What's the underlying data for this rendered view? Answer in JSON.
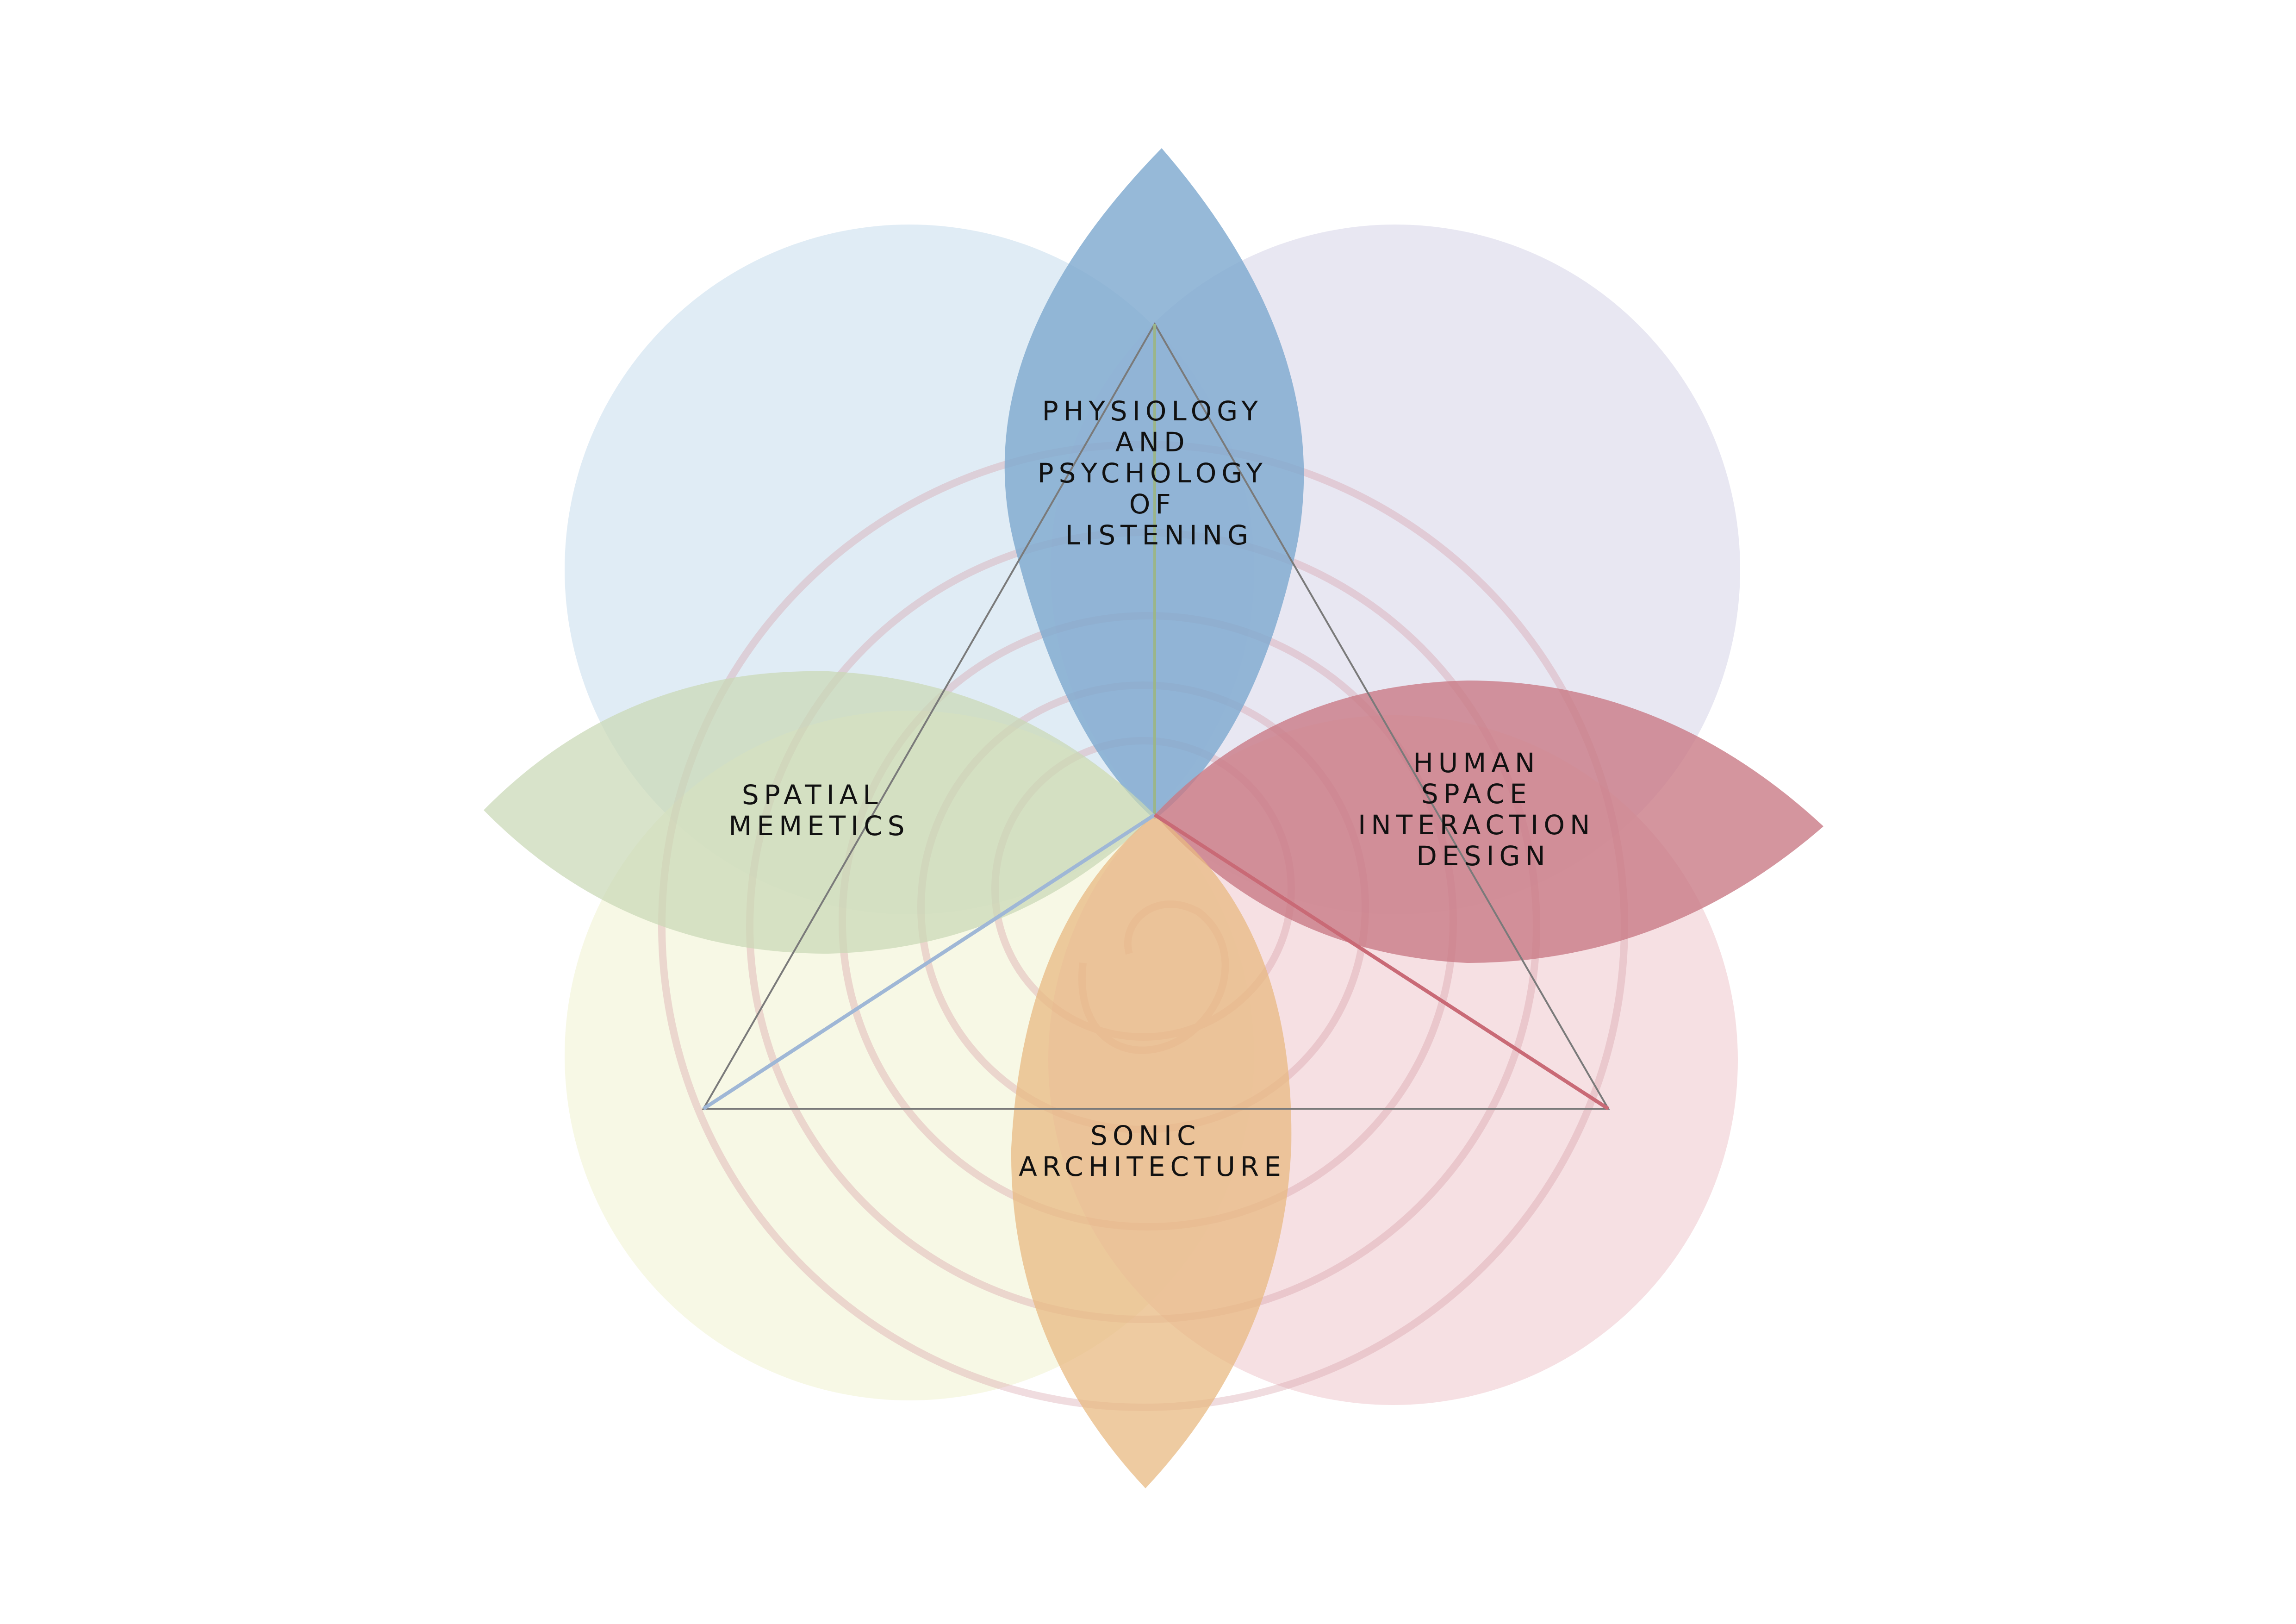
{
  "colors": {
    "background": "#ffffff",
    "circle_top_left": "#d6e6f1",
    "circle_top_right": "#e0dfee",
    "circle_bottom_left": "#f4f6dc",
    "circle_bottom_right": "#f3d5d9",
    "petal_top": "#7fa9cf",
    "petal_left": "#c9d8b5",
    "petal_right": "#c97b86",
    "petal_bottom": "#e8b981",
    "spiral": "#d59aa3",
    "triangle": "#7a7a7a"
  },
  "icons": {
    "spiral": "spiral-icon"
  },
  "labels": {
    "top": [
      "PHYSIOLOGY",
      "AND",
      "PSYCHOLOGY",
      "OF",
      "LISTENING"
    ],
    "left": [
      "SPATIAL",
      "MEMETICS"
    ],
    "right": [
      "HUMAN",
      "SPACE",
      "INTERACTION",
      "DESIGN"
    ],
    "bottom": [
      "SONIC",
      "ARCHITECTURE"
    ]
  }
}
